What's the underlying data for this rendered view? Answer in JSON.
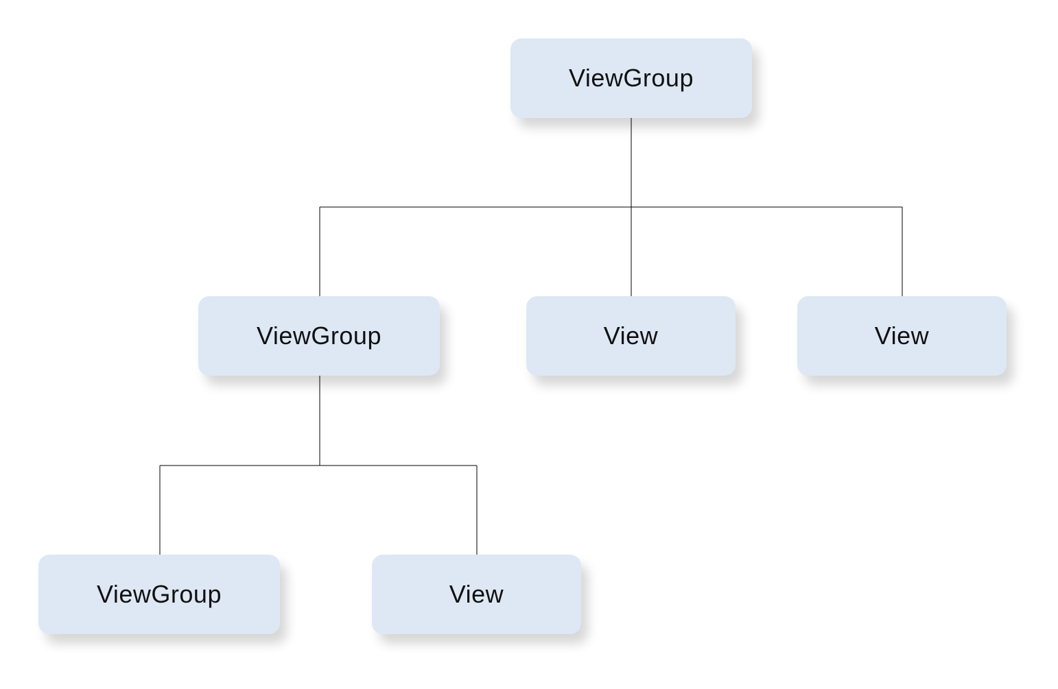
{
  "diagram": {
    "nodes": {
      "root": "ViewGroup",
      "level1_viewgroup": "ViewGroup",
      "level1_view_a": "View",
      "level1_view_b": "View",
      "level2_viewgroup": "ViewGroup",
      "level2_view": "View"
    },
    "edges": [
      [
        "root",
        "level1_viewgroup"
      ],
      [
        "root",
        "level1_view_a"
      ],
      [
        "root",
        "level1_view_b"
      ],
      [
        "level1_viewgroup",
        "level2_viewgroup"
      ],
      [
        "level1_viewgroup",
        "level2_view"
      ]
    ],
    "colors": {
      "node_fill": "#dee8f4",
      "line": "#000000",
      "background": "#ffffff"
    }
  }
}
